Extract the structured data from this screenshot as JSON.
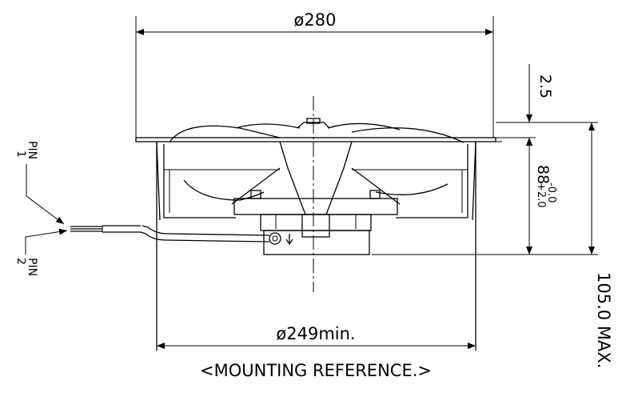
{
  "dimensions": {
    "top_diameter": "ø280",
    "flange_thickness": "2.5",
    "motor_height_value": "88",
    "motor_height_tol_plus": "+2.0",
    "motor_height_tol_minus": "-0.0",
    "overall_height": "105.0 MAX.",
    "mounting_diameter": "ø249min.",
    "mounting_reference": "<MOUNTING REFERENCE.>"
  },
  "pins": {
    "pin1_label": "PIN",
    "pin1_number": "1",
    "pin2_label": "PIN",
    "pin2_number": "2"
  },
  "colors": {
    "line": "#000000",
    "background": "#ffffff"
  }
}
